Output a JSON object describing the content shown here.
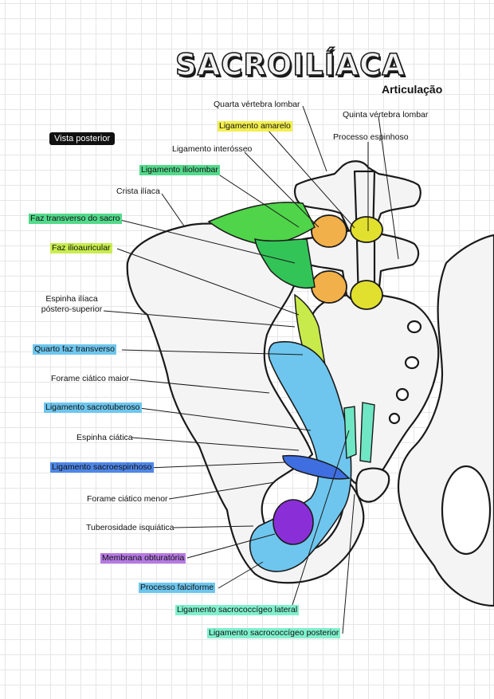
{
  "title": "SACROILÍACA",
  "subtitle": "Articulação",
  "view": "Vista posterior",
  "labels": {
    "quarta_vertebra": "Quarta vértebra lombar",
    "quinta_vertebra": "Quinta vértebra lombar",
    "ligamento_amarelo": "Ligamento amarelo",
    "processo_espinhoso": "Processo espinhoso",
    "ligamento_interosseo": "Ligamento interósseo",
    "ligamento_iliolombar": "Ligamento iliolombar",
    "crista_iliaca": "Crista ilíaca",
    "faz_transverso_sacro": "Faz transverso do sacro",
    "faz_ilioauricular": "Faz ilioauricular",
    "espinha_iliaca_line1": "Espinha ilíaca",
    "espinha_iliaca_line2": "póstero-superior",
    "quarto_faz_transverso": "Quarto faz transverso",
    "forame_ciatico_maior": "Forame ciático maior",
    "ligamento_sacrotuberoso": "Ligamento sacrotuberoso",
    "espinha_ciatica": "Espinha ciática",
    "ligamento_sacroespinhoso": "Ligamento sacroespinhoso",
    "forame_ciatico_menor": "Forame ciático menor",
    "tuberosidade_isquiatica": "Tuberosidade isquiática",
    "membrana_obturatoria": "Membrana obturatória",
    "processo_falciforme": "Processo falciforme",
    "ligamento_sacrococcigeo_lateral": "Ligamento sacrococcígeo lateral",
    "ligamento_sacrococcigeo_posterior": "Ligamento sacrococcígeo posterior"
  },
  "colors": {
    "yellow": "#f3ef4f",
    "green": "#53d98b",
    "lime": "#c9ed4e",
    "blue": "#6ec6ee",
    "dark_blue": "#4f86e6",
    "purple": "#b67ae2",
    "teal": "#7ff0cc",
    "bone": "#f4f4f4",
    "cartilage": "#f2b04a"
  }
}
